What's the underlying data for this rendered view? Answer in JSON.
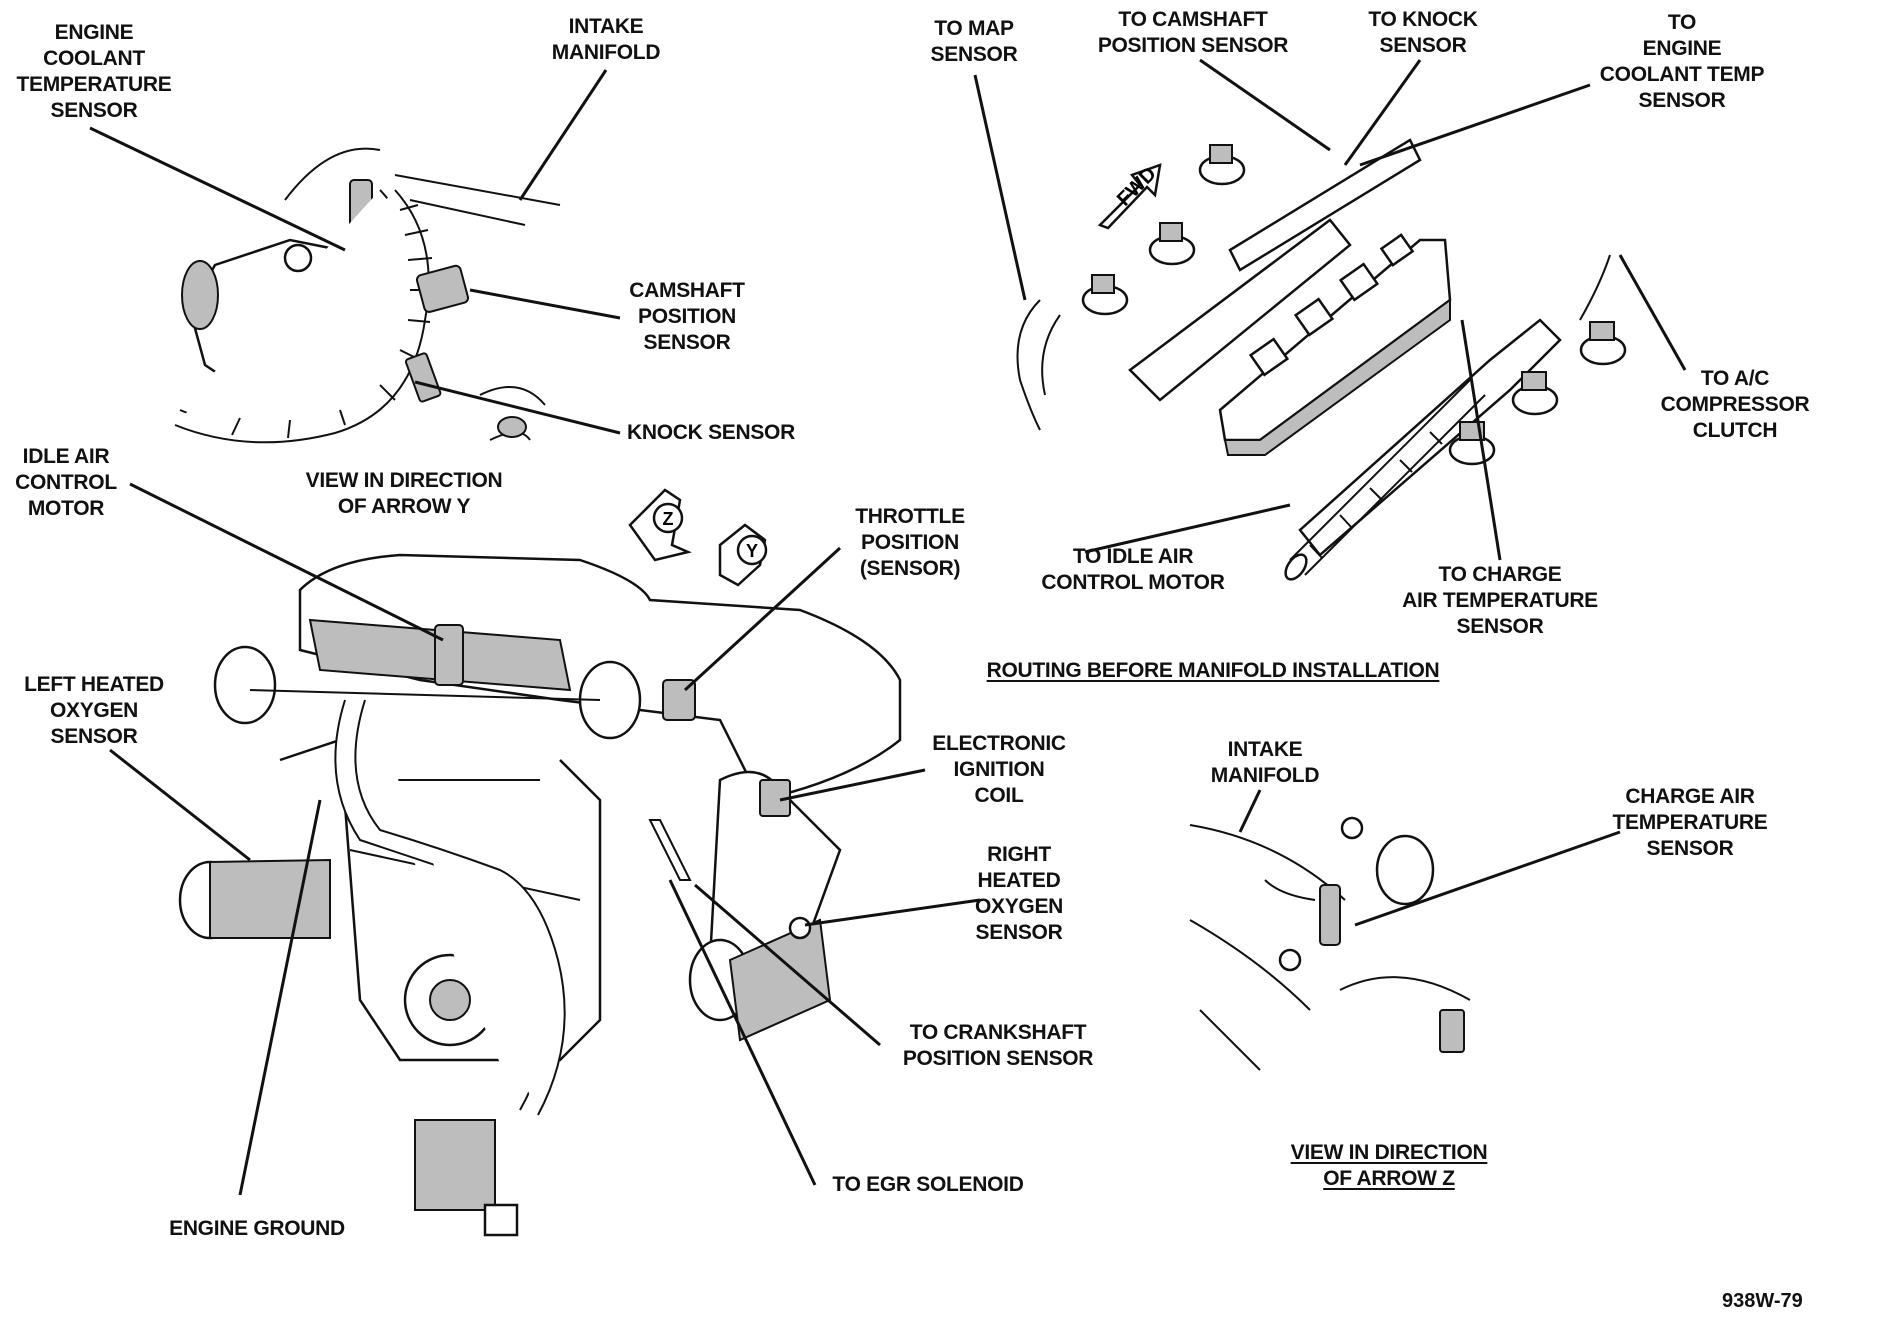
{
  "figure": {
    "id": "938W-79",
    "views": {
      "arrow_y": {
        "caption": [
          "VIEW IN DIRECTION",
          "OF ARROW Y"
        ],
        "labels": {
          "coolant_sensor": [
            "ENGINE",
            "COOLANT",
            "TEMPERATURE",
            "SENSOR"
          ],
          "intake_manifold": [
            "INTAKE",
            "MANIFOLD"
          ],
          "camshaft_sensor": [
            "CAMSHAFT",
            "POSITION",
            "SENSOR"
          ],
          "knock_sensor": [
            "KNOCK SENSOR"
          ]
        }
      },
      "routing": {
        "caption": "ROUTING BEFORE MANIFOLD INSTALLATION",
        "fwd_arrow": "FWD",
        "labels": {
          "map_sensor": [
            "TO MAP",
            "SENSOR"
          ],
          "camshaft_sensor": [
            "TO CAMSHAFT",
            "POSITION SENSOR"
          ],
          "knock_sensor": [
            "TO KNOCK",
            "SENSOR"
          ],
          "coolant_temp_sensor": [
            "TO",
            "ENGINE",
            "COOLANT TEMP",
            "SENSOR"
          ],
          "ac_clutch": [
            "TO A/C",
            "COMPRESSOR",
            "CLUTCH"
          ],
          "idle_air_motor": [
            "TO IDLE AIR",
            "CONTROL MOTOR"
          ],
          "charge_air_sensor": [
            "TO CHARGE",
            "AIR TEMPERATURE",
            "SENSOR"
          ]
        }
      },
      "main": {
        "arrow_z": "Z",
        "arrow_y": "Y",
        "labels": {
          "idle_air_motor": [
            "IDLE AIR",
            "CONTROL",
            "MOTOR"
          ],
          "throttle_sensor": [
            "THROTTLE",
            "POSITION",
            "(SENSOR)"
          ],
          "left_o2": [
            "LEFT HEATED",
            "OXYGEN",
            "SENSOR"
          ],
          "ignition_coil": [
            "ELECTRONIC",
            "IGNITION",
            "COIL"
          ],
          "right_o2": [
            "RIGHT",
            "HEATED",
            "OXYGEN",
            "SENSOR"
          ],
          "crankshaft_sensor": [
            "TO CRANKSHAFT",
            "POSITION SENSOR"
          ],
          "egr_solenoid": [
            "TO EGR SOLENOID"
          ],
          "engine_ground": [
            "ENGINE GROUND"
          ]
        }
      },
      "arrow_z": {
        "caption": [
          "VIEW IN DIRECTION",
          "OF ARROW Z"
        ],
        "labels": {
          "intake_manifold": [
            "INTAKE",
            "MANIFOLD"
          ],
          "charge_air_sensor": [
            "CHARGE AIR",
            "TEMPERATURE",
            "SENSOR"
          ]
        }
      }
    }
  }
}
